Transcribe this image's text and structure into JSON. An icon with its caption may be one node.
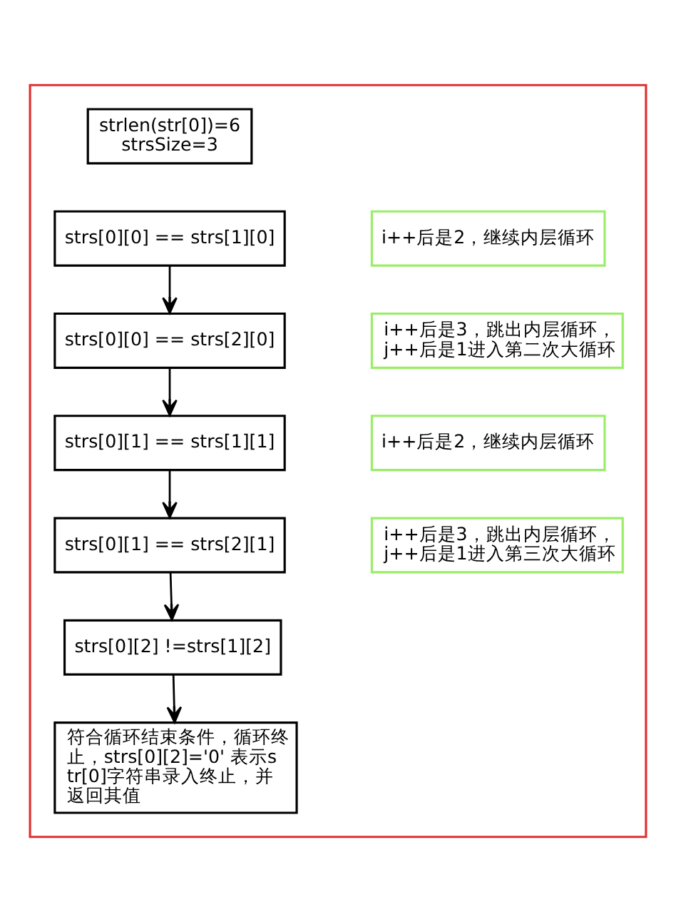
{
  "diagram": {
    "nodes": [
      {
        "text": [],
        "shape": "box"
      },
      {
        "text": [
          "strlen(str[0])=6",
          "strsSize=3"
        ],
        "in": 0
      },
      {
        "text": [
          "strs[0][0] == strs[1][0]"
        ],
        "in": 0
      },
      {
        "text": [
          "i++后是2，继续内层循环"
        ],
        "in": 0
      },
      {
        "text": [
          "strs[0][0] == strs[2][0]"
        ],
        "in": 0
      },
      {
        "text": [
          "i++后是3，跳出内层循环，j++后是1进入第二次大循环"
        ],
        "in": 0
      },
      {
        "text": [
          "strs[0][1] == strs[1][1]"
        ],
        "in": 0
      },
      {
        "text": [
          "i++后是2，继续内层循环"
        ],
        "in": 0
      },
      {
        "text": [
          "strs[0][1] == strs[2][1]"
        ],
        "in": 0
      },
      {
        "text": [
          "i++后是3，跳出内层循环，j++后是1进入第三次大循环"
        ],
        "in": 0
      },
      {
        "text": [
          "strs[0][2] !=strs[1][2]"
        ],
        "in": 0
      },
      {
        "text": [
          "符合循环结束条件，循环终止，strs[0][2]='0' 表示str[0]字符串录入终止，并返回其值"
        ],
        "in": 0
      }
    ],
    "edges": [
      {
        "from": 2,
        "to": 4,
        "arrow": "to"
      },
      {
        "from": 4,
        "to": 6,
        "arrow": "to"
      },
      {
        "from": 6,
        "to": 8,
        "arrow": "to"
      },
      {
        "from": 8,
        "to": 10,
        "arrow": "to"
      },
      {
        "from": 10,
        "to": 11,
        "arrow": "to"
      }
    ]
  }
}
